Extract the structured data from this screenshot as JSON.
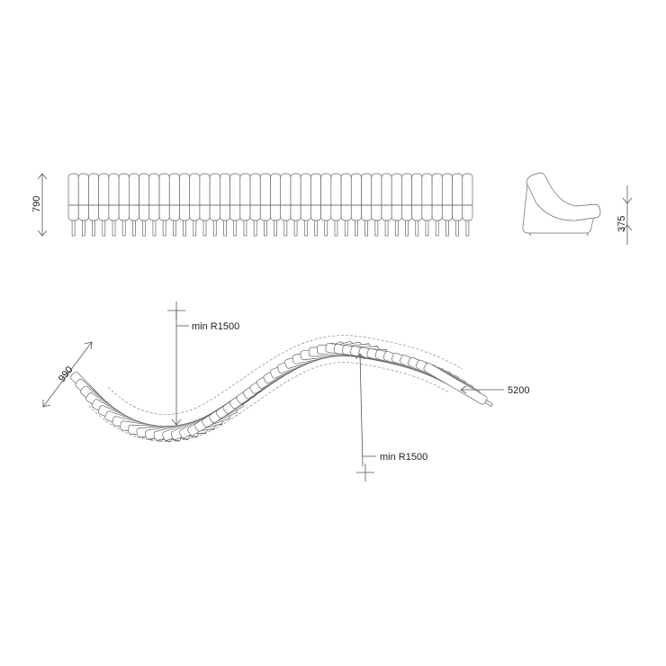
{
  "drawing": {
    "front_view": {
      "height_label": "790",
      "unit_count": 40
    },
    "side_view": {
      "seat_height_label": "375"
    },
    "plan_view": {
      "depth_label": "990",
      "radius_label_top": "min R1500",
      "radius_label_bottom": "min R1500",
      "length_label": "5200",
      "unit_count": 48
    }
  }
}
